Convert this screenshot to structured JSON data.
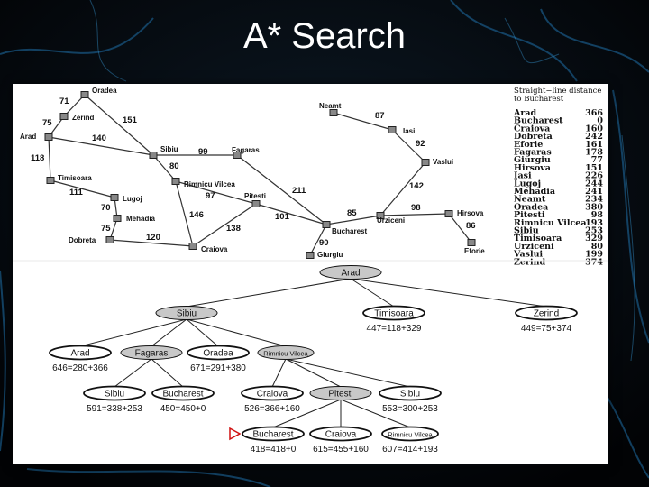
{
  "slide": {
    "title": "A* Search",
    "colors": {
      "background": "#05080c",
      "panel": "#ffffff",
      "expanded_node": "#c8c8c8",
      "goal_marker": "#d01010"
    }
  },
  "romania_map": {
    "cities": [
      {
        "key": "oradea",
        "name": "Oradea"
      },
      {
        "key": "zerind",
        "name": "Zerind"
      },
      {
        "key": "arad",
        "name": "Arad"
      },
      {
        "key": "timisoara",
        "name": "Timisoara"
      },
      {
        "key": "lugoj",
        "name": "Lugoj"
      },
      {
        "key": "mehadia",
        "name": "Mehadia"
      },
      {
        "key": "dobreta",
        "name": "Dobreta"
      },
      {
        "key": "craiova",
        "name": "Craiova"
      },
      {
        "key": "sibiu",
        "name": "Sibiu"
      },
      {
        "key": "fagaras",
        "name": "Fagaras"
      },
      {
        "key": "rimnicu",
        "name": "Rimnicu Vilcea"
      },
      {
        "key": "pitesti",
        "name": "Pitesti"
      },
      {
        "key": "bucharest",
        "name": "Bucharest"
      },
      {
        "key": "giurgiu",
        "name": "Giurgiu"
      },
      {
        "key": "urziceni",
        "name": "Urziceni"
      },
      {
        "key": "hirsova",
        "name": "Hirsova"
      },
      {
        "key": "eforie",
        "name": "Eforie"
      },
      {
        "key": "vaslui",
        "name": "Vaslui"
      },
      {
        "key": "iasi",
        "name": "Iasi"
      },
      {
        "key": "neamt",
        "name": "Neamt"
      }
    ],
    "roads": [
      {
        "a": "oradea",
        "b": "zerind",
        "distance": "71"
      },
      {
        "a": "zerind",
        "b": "arad",
        "distance": "75"
      },
      {
        "a": "oradea",
        "b": "sibiu",
        "distance": "151"
      },
      {
        "a": "arad",
        "b": "sibiu",
        "distance": "140"
      },
      {
        "a": "arad",
        "b": "timisoara",
        "distance": "118"
      },
      {
        "a": "timisoara",
        "b": "lugoj",
        "distance": "111"
      },
      {
        "a": "lugoj",
        "b": "mehadia",
        "distance": "70"
      },
      {
        "a": "mehadia",
        "b": "dobreta",
        "distance": "75"
      },
      {
        "a": "dobreta",
        "b": "craiova",
        "distance": "120"
      },
      {
        "a": "sibiu",
        "b": "fagaras",
        "distance": "99"
      },
      {
        "a": "sibiu",
        "b": "rimnicu",
        "distance": "80"
      },
      {
        "a": "rimnicu",
        "b": "pitesti",
        "distance": "97"
      },
      {
        "a": "rimnicu",
        "b": "craiova",
        "distance": "146"
      },
      {
        "a": "craiova",
        "b": "pitesti",
        "distance": "138"
      },
      {
        "a": "fagaras",
        "b": "bucharest",
        "distance": "211"
      },
      {
        "a": "pitesti",
        "b": "bucharest",
        "distance": "101"
      },
      {
        "a": "bucharest",
        "b": "giurgiu",
        "distance": "90"
      },
      {
        "a": "bucharest",
        "b": "urziceni",
        "distance": "85"
      },
      {
        "a": "urziceni",
        "b": "hirsova",
        "distance": "98"
      },
      {
        "a": "hirsova",
        "b": "eforie",
        "distance": "86"
      },
      {
        "a": "urziceni",
        "b": "vaslui",
        "distance": "142"
      },
      {
        "a": "vaslui",
        "b": "iasi",
        "distance": "92"
      },
      {
        "a": "iasi",
        "b": "neamt",
        "distance": "87"
      }
    ]
  },
  "sld_table": {
    "heading_line1": "Straight−line distance",
    "heading_line2": "to Bucharest",
    "rows": [
      {
        "city": "Arad",
        "value": "366"
      },
      {
        "city": "Bucharest",
        "value": "0"
      },
      {
        "city": "Craiova",
        "value": "160"
      },
      {
        "city": "Dobreta",
        "value": "242"
      },
      {
        "city": "Eforie",
        "value": "161"
      },
      {
        "city": "Fagaras",
        "value": "178"
      },
      {
        "city": "Giurgiu",
        "value": "77"
      },
      {
        "city": "Hirsova",
        "value": "151"
      },
      {
        "city": "Iasi",
        "value": "226"
      },
      {
        "city": "Lugoj",
        "value": "244"
      },
      {
        "city": "Mehadia",
        "value": "241"
      },
      {
        "city": "Neamt",
        "value": "234"
      },
      {
        "city": "Oradea",
        "value": "380"
      },
      {
        "city": "Pitesti",
        "value": "98"
      },
      {
        "city": "Rimnicu Vilcea",
        "value": "193"
      },
      {
        "city": "Sibiu",
        "value": "253"
      },
      {
        "city": "Timisoara",
        "value": "329"
      },
      {
        "city": "Urziceni",
        "value": "80"
      },
      {
        "city": "Vaslui",
        "value": "199"
      },
      {
        "city": "Zerind",
        "value": "374"
      }
    ]
  },
  "search_tree": {
    "nodes": [
      {
        "id": "n0",
        "label": "Arad",
        "f": "",
        "expanded": true,
        "goal": false,
        "small": false
      },
      {
        "id": "n1",
        "label": "Sibiu",
        "f": "",
        "expanded": true,
        "goal": false,
        "small": false
      },
      {
        "id": "n2",
        "label": "Timisoara",
        "f": "447=118+329",
        "expanded": false,
        "goal": false,
        "small": false
      },
      {
        "id": "n3",
        "label": "Zerind",
        "f": "449=75+374",
        "expanded": false,
        "goal": false,
        "small": false
      },
      {
        "id": "n4",
        "label": "Arad",
        "f": "646=280+366",
        "expanded": false,
        "goal": false,
        "small": false
      },
      {
        "id": "n5",
        "label": "Fagaras",
        "f": "",
        "expanded": true,
        "goal": false,
        "small": false
      },
      {
        "id": "n6",
        "label": "Oradea",
        "f": "671=291+380",
        "expanded": false,
        "goal": false,
        "small": false
      },
      {
        "id": "n7",
        "label": "Rimnicu Vilcea",
        "f": "",
        "expanded": true,
        "goal": false,
        "small": true
      },
      {
        "id": "n8",
        "label": "Sibiu",
        "f": "591=338+253",
        "expanded": false,
        "goal": false,
        "small": false
      },
      {
        "id": "n9",
        "label": "Bucharest",
        "f": "450=450+0",
        "expanded": false,
        "goal": false,
        "small": false
      },
      {
        "id": "n10",
        "label": "Craiova",
        "f": "526=366+160",
        "expanded": false,
        "goal": false,
        "small": false
      },
      {
        "id": "n11",
        "label": "Pitesti",
        "f": "",
        "expanded": true,
        "goal": false,
        "small": false
      },
      {
        "id": "n12",
        "label": "Sibiu",
        "f": "553=300+253",
        "expanded": false,
        "goal": false,
        "small": false
      },
      {
        "id": "n13",
        "label": "Bucharest",
        "f": "418=418+0",
        "expanded": false,
        "goal": true,
        "small": false
      },
      {
        "id": "n14",
        "label": "Craiova",
        "f": "615=455+160",
        "expanded": false,
        "goal": false,
        "small": false
      },
      {
        "id": "n15",
        "label": "Rimnicu Vilcea",
        "f": "607=414+193",
        "expanded": false,
        "goal": false,
        "small": true
      }
    ],
    "edges": [
      {
        "from": "n0",
        "to": "n1"
      },
      {
        "from": "n0",
        "to": "n2"
      },
      {
        "from": "n0",
        "to": "n3"
      },
      {
        "from": "n1",
        "to": "n4"
      },
      {
        "from": "n1",
        "to": "n5"
      },
      {
        "from": "n1",
        "to": "n6"
      },
      {
        "from": "n1",
        "to": "n7"
      },
      {
        "from": "n5",
        "to": "n8"
      },
      {
        "from": "n5",
        "to": "n9"
      },
      {
        "from": "n7",
        "to": "n10"
      },
      {
        "from": "n7",
        "to": "n11"
      },
      {
        "from": "n7",
        "to": "n12"
      },
      {
        "from": "n11",
        "to": "n13"
      },
      {
        "from": "n11",
        "to": "n14"
      },
      {
        "from": "n11",
        "to": "n15"
      }
    ]
  }
}
